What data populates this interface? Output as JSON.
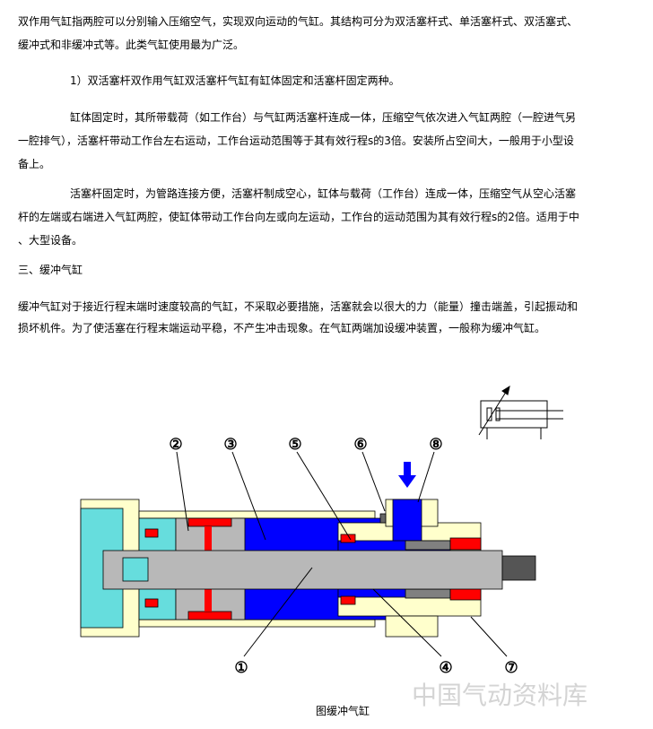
{
  "paragraphs": [
    {
      "lines": [
        "双作用气缸指两腔可以分别输入压缩空气，实现双向运动的气缸。其结构可分为双活塞杆式、单活塞杆式、双活塞式、",
        "缓冲式和非缓冲式等。此类气缸使用最为广泛。"
      ]
    },
    {
      "lines": [
        "1）双活塞杆双作用气缸双活塞杆气缸有缸体固定和活塞杆固定两种。"
      ]
    },
    {
      "lines": [
        "缸体固定时，其所带载荷（如工作台）与气缸两活塞杆连成一体，压缩空气依次进入气缸两腔（一腔进气另",
        "一腔排气），活塞杆带动工作台左右运动，工作台运动范围等于其有效行程s的3倍。安装所占空间大，一般用于小型设",
        "备上。"
      ]
    },
    {
      "lines": [
        "活塞杆固定时，为管路连接方便，活塞杆制成空心，缸体与载荷（工作台）连成一体，压缩空气从空心活塞",
        "杆的左端或右端进入气缸两腔，使缸体带动工作台向左或向左运动，工作台的运动范围为其有效行程s的2倍。适用于中",
        "、大型设备。"
      ]
    },
    {
      "lines": [
        "三、缓冲气缸"
      ]
    },
    {
      "lines": [
        "缓冲气缸对于接近行程末端时速度较高的气缸，不采取必要措施，活塞就会以很大的力（能量）撞击端盖，引起振动和",
        "损坏机件。为了使活塞在行程末端运动平稳，不产生冲击现象。在气缸两端加设缓冲装置，一般称为缓冲气缸。"
      ]
    }
  ],
  "figure": {
    "caption": "图缓冲气缸",
    "watermark": "中国气动资料库",
    "labels": [
      "①",
      "②",
      "③",
      "④",
      "⑤",
      "⑥",
      "⑦",
      "⑧"
    ],
    "colors": {
      "body": "#FFFFCC",
      "air": "#0000FF",
      "cushion": "#66DDDD",
      "seal": "#FF0000",
      "rod": "#B8B8B8",
      "bushing": "#808080"
    }
  }
}
